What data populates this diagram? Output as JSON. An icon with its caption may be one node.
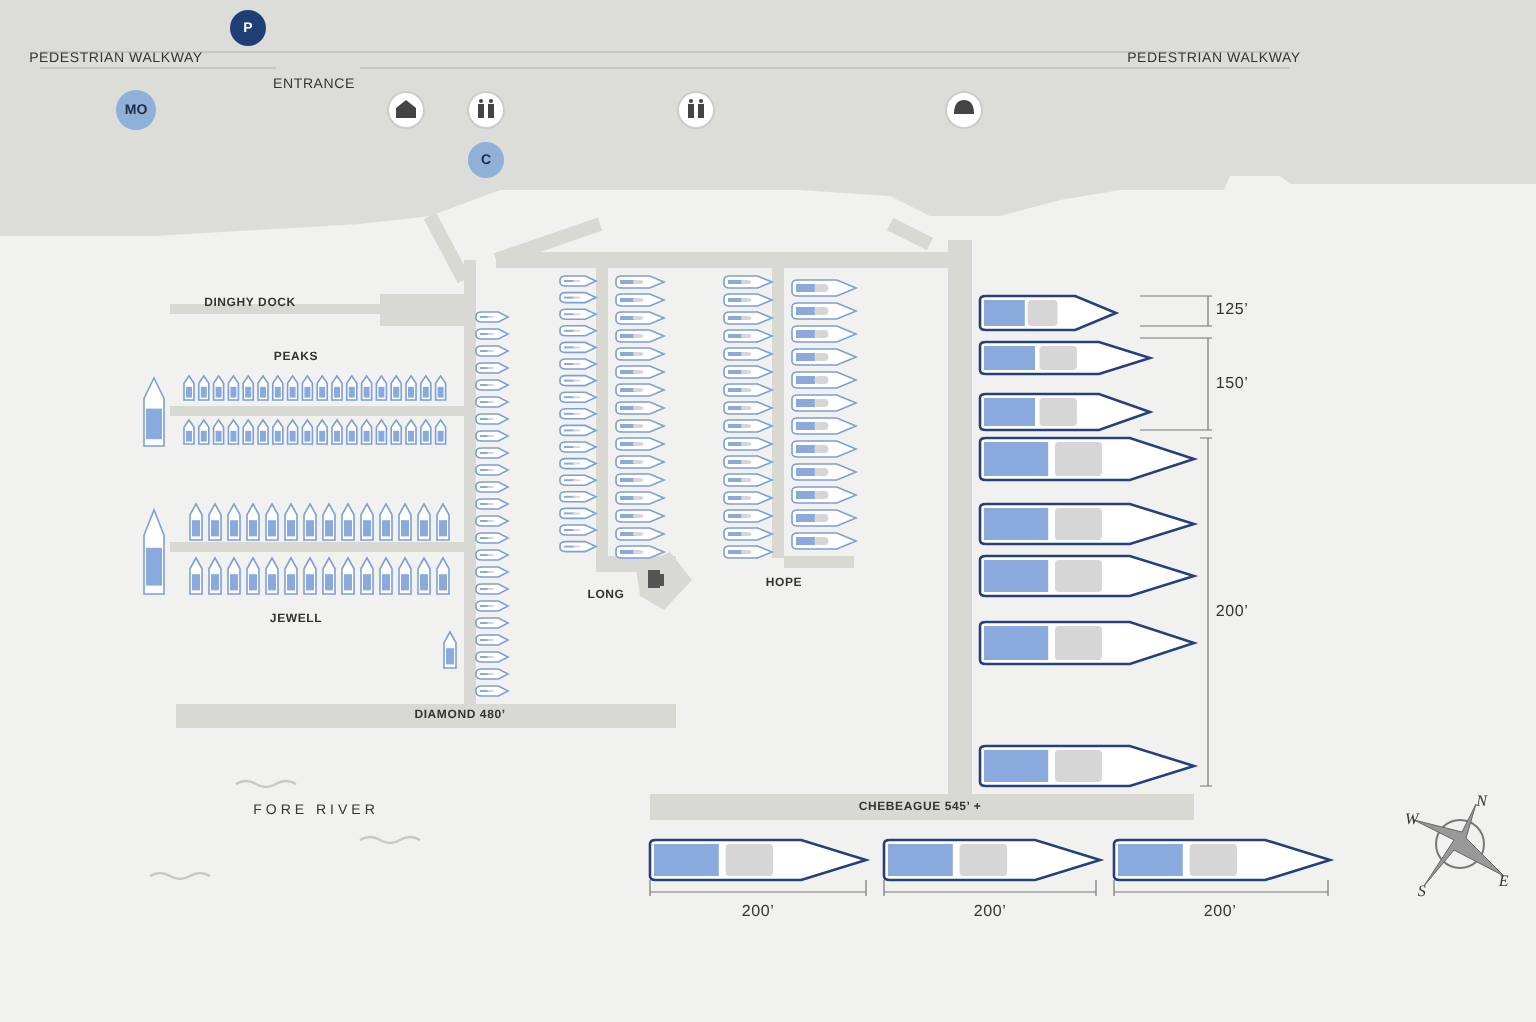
{
  "diagram": {
    "nodes": [
      {
        "text": [
          "P"
        ]
      },
      {
        "text": [
          "MO"
        ]
      },
      {
        "text": [
          "C"
        ]
      }
    ],
    "labels": [
      "PEDESTRIAN WALKWAY",
      "PEDESTRIAN WALKWAY",
      "ENTRANCE",
      "125’",
      "DINGHY DOCK",
      "150’",
      "PEAKS",
      "200’",
      "LONG",
      "HOPE",
      "JEWELL",
      "DIAMOND 480’",
      "FORE RIVER",
      "CHEBEAGUE 545’ +",
      "N",
      "W",
      "E",
      "S",
      "200’",
      "200’",
      "200’"
    ]
  }
}
